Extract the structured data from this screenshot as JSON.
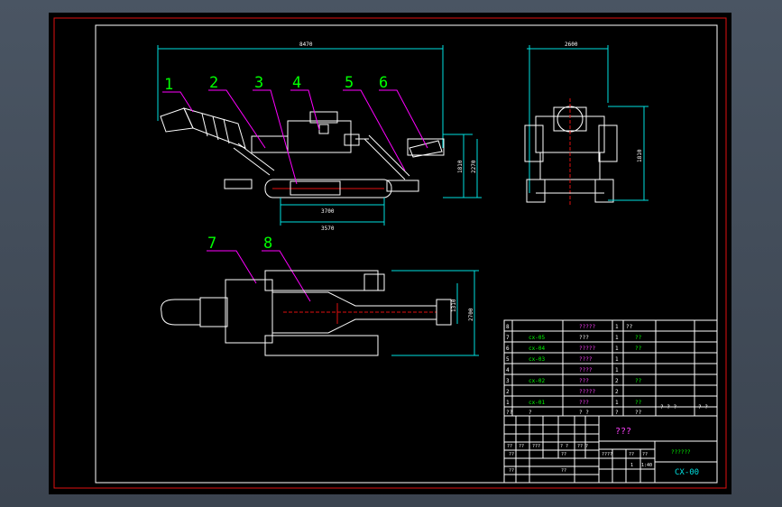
{
  "balloons": {
    "b1": "1",
    "b2": "2",
    "b3": "3",
    "b4": "4",
    "b5": "5",
    "b6": "6",
    "b7": "7",
    "b8": "8"
  },
  "dimensions": {
    "side_length": "8470",
    "side_inner": "3700",
    "side_track": "3570",
    "side_height_a": "1810",
    "side_height_b": "2270",
    "front_width": "2600",
    "front_height": "1810",
    "plan_width_a": "1310",
    "plan_width_b": "2700"
  },
  "bom": [
    {
      "no": "8",
      "code": "",
      "name": "?????",
      "qty": "1",
      "note": "??"
    },
    {
      "no": "7",
      "code": "cx-05",
      "name": "???",
      "qty": "1",
      "note": "??"
    },
    {
      "no": "6",
      "code": "cx-04",
      "name": "?????",
      "qty": "1",
      "note": "??"
    },
    {
      "no": "5",
      "code": "cx-03",
      "name": "????",
      "qty": "1",
      "note": ""
    },
    {
      "no": "4",
      "code": "",
      "name": "????",
      "qty": "1",
      "note": ""
    },
    {
      "no": "3",
      "code": "cx-02",
      "name": "???",
      "qty": "2",
      "note": "??"
    },
    {
      "no": "2",
      "code": "",
      "name": "?????",
      "qty": "2",
      "note": ""
    },
    {
      "no": "1",
      "code": "cx-01",
      "name": "???",
      "qty": "1",
      "note": "??"
    }
  ],
  "bom_header": {
    "no": "??",
    "code": "?",
    "name": "? ?",
    "qty": "?",
    "note": "??",
    "mat": "? ? ?",
    "weight": "? ?"
  },
  "title_block": {
    "title": "???",
    "company": "??????",
    "drawing_no": "CX-00",
    "labels": [
      "??",
      "??",
      "???",
      "? ?",
      "?? ?",
      "??",
      "??",
      "??",
      "??"
    ],
    "scale_labels": [
      "????",
      "??",
      "??",
      "1",
      "1:40"
    ]
  }
}
